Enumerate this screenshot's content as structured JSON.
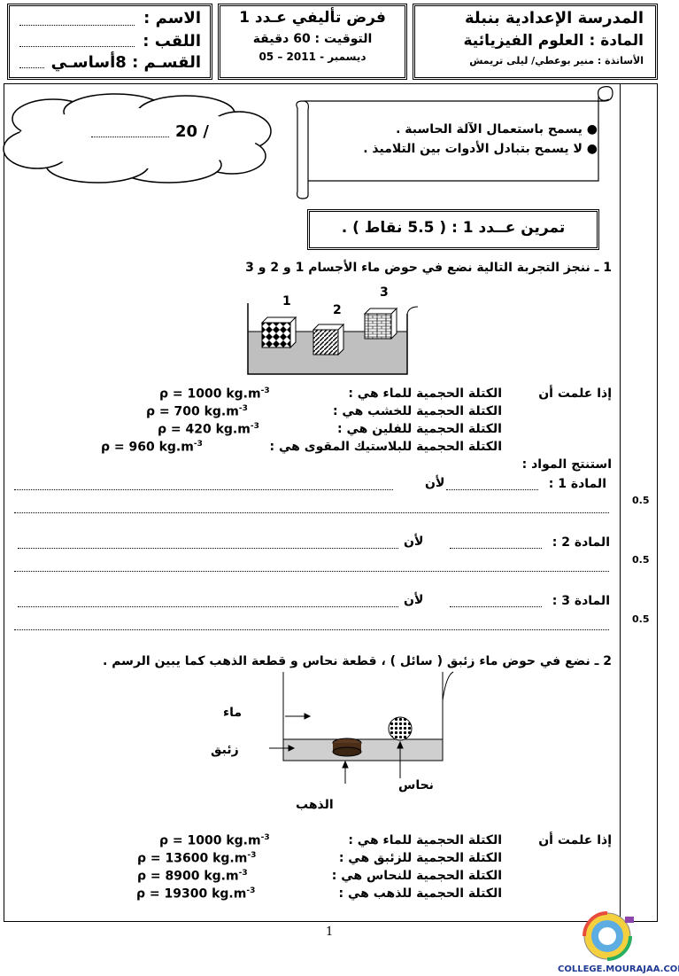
{
  "header": {
    "school": "المدرسة الإعدادية بنبلة",
    "subject": "المادة : العلوم الفيزيائية",
    "teachers": "الأساتذة : منير بوعطي/ ليلى تريمش",
    "test_title": "فرض تأليفي عـدد 1",
    "duration": "التوقيت : 60 دقيقة",
    "date": "05 – ديسمبر - 2011",
    "name_label": "الاسم :",
    "surname_label": "اللقب :",
    "class_label": "القسـم : 8أساسـي"
  },
  "score": "20 /",
  "rules": [
    "يسمح باستعمال الآلة الحاسبة .",
    "لا يسمح بتبادل الأدوات بين التلاميذ ."
  ],
  "exercise_title": "تمرين عــدد 1 : ( 5.5 نقاط ) .",
  "q1": {
    "text": "1 ـ ننجز التجربة التالية نضع في حوض ماء الأجسام 1 و 2 و  3",
    "labels": [
      "1",
      "2",
      "3"
    ],
    "intro": "إذا علمت أن",
    "densities": [
      {
        "label": "الكتلة الحجمية للماء هي :",
        "value": "ρ = 1000 kg.m",
        "exp": "-3"
      },
      {
        "label": "الكتلة الحجمية للخشب هي :",
        "value": "ρ = 700 kg.m",
        "exp": "-3"
      },
      {
        "label": "الكتلة الحجمية للفلين هي :",
        "value": "ρ = 420 kg.m",
        "exp": "-3"
      },
      {
        "label": "الكتلة الحجمية للبلاستيك المقوى هي :",
        "value": "ρ = 960 kg.m",
        "exp": "-3"
      }
    ],
    "deduce": "استنتج المواد :",
    "materials": [
      "المادة 1 :",
      "المادة 2 :",
      "المادة 3 :"
    ],
    "because": "لأن",
    "marks": [
      "0.5",
      "0.5",
      "0.5"
    ]
  },
  "q2": {
    "text": "2 ـ نضع في حوض ماء  زئبق ( سائل ) ، قطعة نحاس و قطعة الذهب كما يبين الرسم .",
    "label_water": "ماء",
    "label_mercury": "زئبق",
    "label_copper": "نحاس",
    "label_gold": "الذهب",
    "intro": "إذا علمت أن",
    "densities": [
      {
        "label": "الكتلة الحجمية للماء هي :",
        "value": "ρ = 1000 kg.m",
        "exp": "-3"
      },
      {
        "label": "الكتلة الحجمية للزئبق هي :",
        "value": "ρ = 13600 kg.m",
        "exp": "-3"
      },
      {
        "label": "الكتلة الحجمية للنحاس هي :",
        "value": "ρ = 8900 kg.m",
        "exp": "-3"
      },
      {
        "label": "الكتلة الحجمية للذهب هي :",
        "value": "ρ = 19300 kg.m",
        "exp": "-3"
      }
    ]
  },
  "page_number": "1",
  "watermark": "COLLEGE.MOURAJAA.COM"
}
